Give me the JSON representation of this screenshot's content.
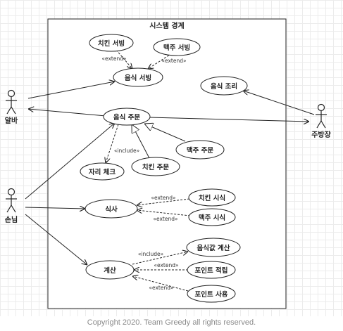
{
  "diagram": {
    "boundary_title": "시스템 경계",
    "actors": {
      "alba": "알바",
      "chef": "주방장",
      "guest": "손님"
    },
    "usecases": {
      "chicken_serving": "치킨 서빙",
      "beer_serving": "맥주 서빙",
      "food_serving": "음식 서빙",
      "cooking": "음식 조리",
      "food_order": "음식 주문",
      "beer_order": "맥주 주문",
      "seat_check": "자리 체크",
      "chicken_order": "치킨 주문",
      "chicken_eat": "치킨 시식",
      "meal": "식사",
      "beer_eat": "맥주 시식",
      "price_calc": "음식값 계산",
      "payment": "계산",
      "point_earn": "포인트 적립",
      "point_use": "포인트 사용"
    },
    "stereotypes": {
      "extend": "«extend»",
      "include": "«include»"
    }
  },
  "footer": "Copyright 2020. Team Greedy all rights reserved.",
  "colors": {
    "line": "#222222",
    "grid": "#ececec",
    "footer": "#8a8a8a"
  }
}
